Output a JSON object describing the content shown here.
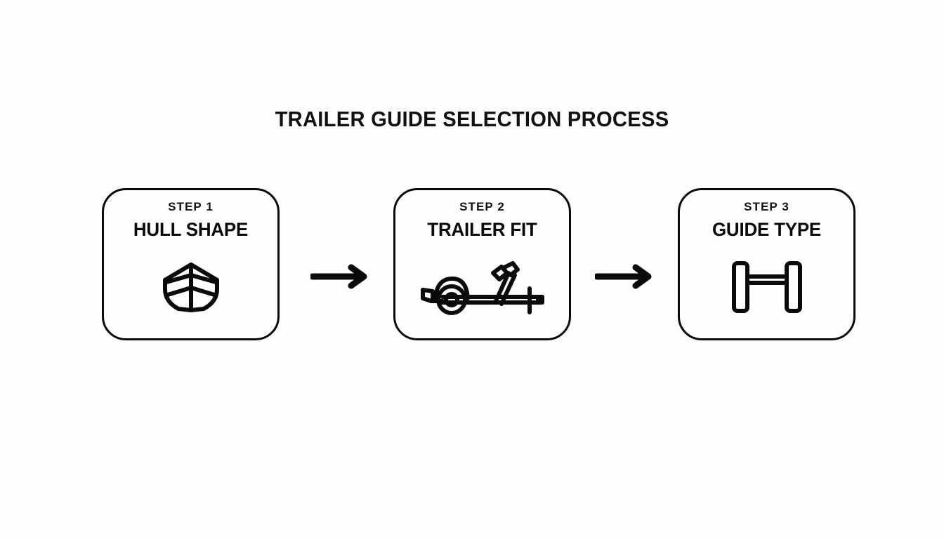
{
  "page": {
    "title": "TRAILER GUIDE SELECTION PROCESS",
    "background_color": "#fdfdfc",
    "ink_color": "#0a0a0a"
  },
  "flow": {
    "steps": [
      {
        "number": "STEP 1",
        "title": "HULL SHAPE",
        "icon": "boat-hull-icon"
      },
      {
        "number": "STEP 2",
        "title": "TRAILER FIT",
        "icon": "boat-trailer-icon"
      },
      {
        "number": "STEP 3",
        "title": "GUIDE TYPE",
        "icon": "guide-posts-icon"
      }
    ],
    "connectors": [
      {
        "name": "arrow-right-icon",
        "direction": "right"
      },
      {
        "name": "arrow-right-icon",
        "direction": "right"
      }
    ]
  }
}
